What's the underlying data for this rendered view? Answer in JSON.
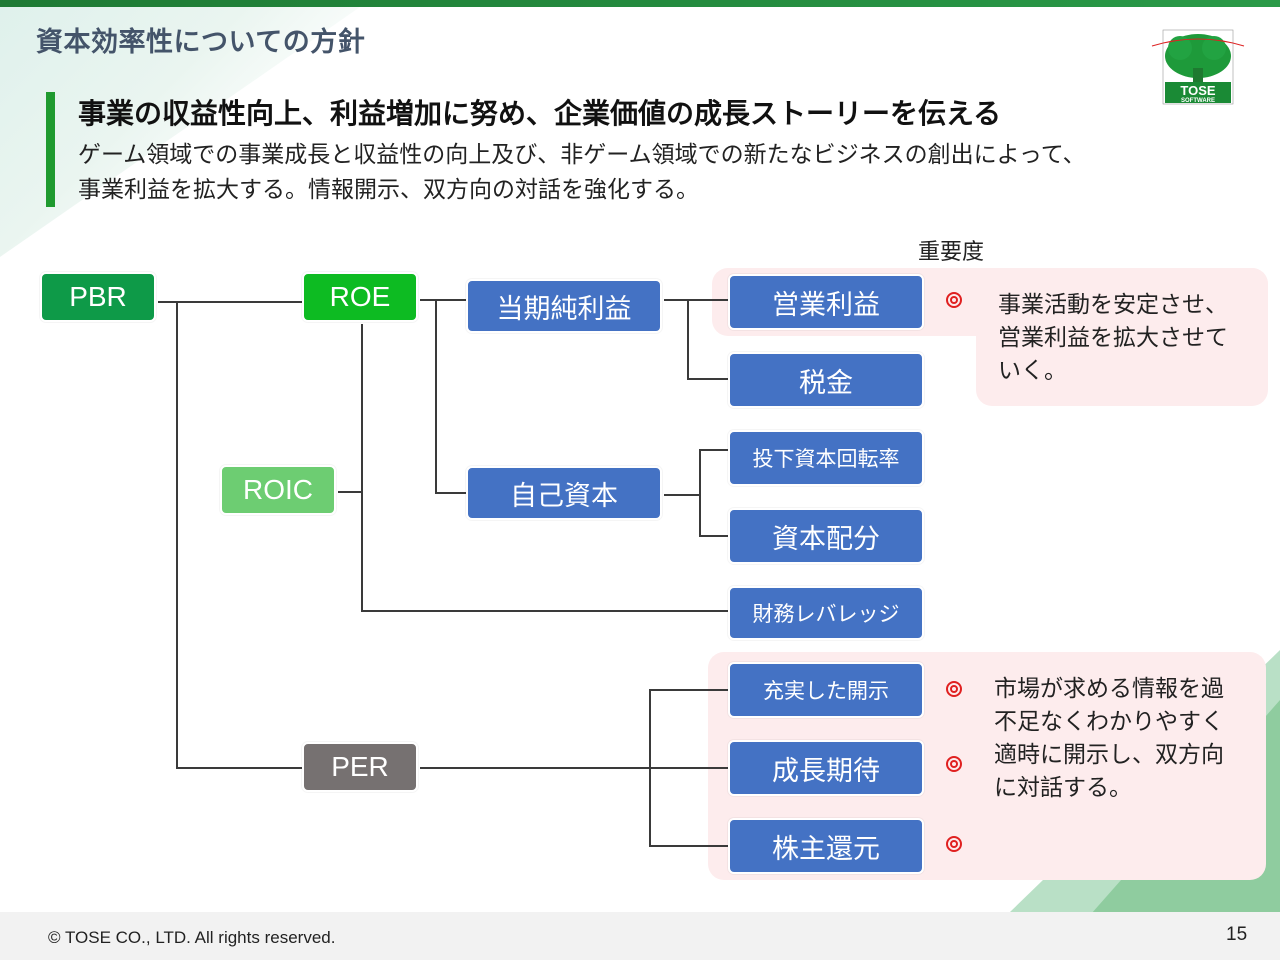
{
  "slide": {
    "title": "資本効率性についての方針",
    "logo": {
      "name": "TOSE",
      "sub": "SOFTWARE"
    },
    "headline": "事業の収益性向上、利益増加に努め、企業価値の成長ストーリーを伝える",
    "subtext_lines": [
      "ゲーム領域での事業成長と収益性の向上及び、非ゲーム領域での新たなビジネスの創出によって、",
      "事業利益を拡大する。情報開示、双方向の対話を強化する。"
    ],
    "importance_label": "重要度",
    "importance_mark": "◎",
    "colors": {
      "topbar": "#1e7a34",
      "accent": "#1f9a2f",
      "title": "#44546a",
      "pbr": "#0e9a48",
      "roe": "#0dbb22",
      "roic": "#6dcd72",
      "per": "#767171",
      "blue_node": "#4472c4",
      "panel": "#fdeced",
      "mark": "#e02020"
    }
  },
  "tree": {
    "pbr": "PBR",
    "roe": "ROE",
    "roic": "ROIC",
    "per": "PER",
    "net_income": "当期純利益",
    "equity": "自己資本",
    "operating_profit": "営業利益",
    "tax": "税金",
    "invested_capital_turnover": "投下資本回転率",
    "capital_allocation": "資本配分",
    "financial_leverage": "財務レバレッジ",
    "disclosure": "充実した開示",
    "growth_expectation": "成長期待",
    "shareholder_return": "株主還元"
  },
  "panels": {
    "profit": {
      "lines": [
        "事業活動を安定させ、",
        "営業利益を拡大させて",
        "いく。"
      ]
    },
    "per": {
      "lines": [
        "市場が求める情報を過",
        "不足なくわかりやすく",
        "適時に開示し、双方向",
        "に対話する。"
      ]
    }
  },
  "footer": {
    "copyright": "© TOSE CO., LTD. All rights reserved.",
    "page_number": "15"
  }
}
